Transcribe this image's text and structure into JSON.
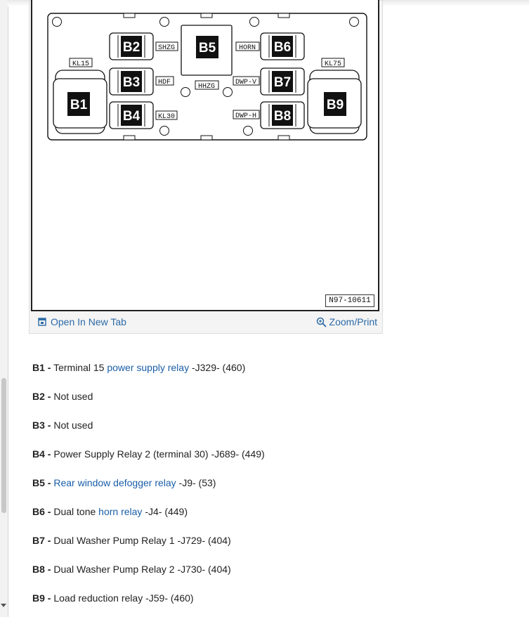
{
  "figure": {
    "id": "N97-10611",
    "relays": [
      "B1",
      "B2",
      "B3",
      "B4",
      "B5",
      "B6",
      "B7",
      "B8",
      "B9"
    ],
    "tags": [
      "KL15",
      "SHZG",
      "HDF",
      "KL30",
      "HHZG",
      "HORN",
      "DWP-V",
      "DWP-H",
      "KL75"
    ]
  },
  "actions": {
    "open_label": "Open In New Tab",
    "zoom_label": "Zoom/Print"
  },
  "legend": [
    {
      "code": "B1 -",
      "pre": " Terminal 15 ",
      "link": "power supply relay",
      "post": " -J329- (460)"
    },
    {
      "code": "B2 -",
      "pre": " Not used",
      "link": "",
      "post": ""
    },
    {
      "code": "B3 -",
      "pre": " Not used",
      "link": "",
      "post": ""
    },
    {
      "code": "B4 -",
      "pre": " Power Supply Relay 2 (terminal 30) -J689- (449)",
      "link": "",
      "post": ""
    },
    {
      "code": "B5 -",
      "pre": " ",
      "link": "Rear window defogger relay",
      "post": " -J9- (53)"
    },
    {
      "code": "B6 -",
      "pre": " Dual tone ",
      "link": "horn relay",
      "post": " -J4- (449)"
    },
    {
      "code": "B7 -",
      "pre": " Dual Washer Pump Relay 1 -J729- (404)",
      "link": "",
      "post": ""
    },
    {
      "code": "B8 -",
      "pre": " Dual Washer Pump Relay 2 -J730- (404)",
      "link": "",
      "post": ""
    },
    {
      "code": "B9 -",
      "pre": " Load reduction relay -J59- (460)",
      "link": "",
      "post": ""
    }
  ]
}
